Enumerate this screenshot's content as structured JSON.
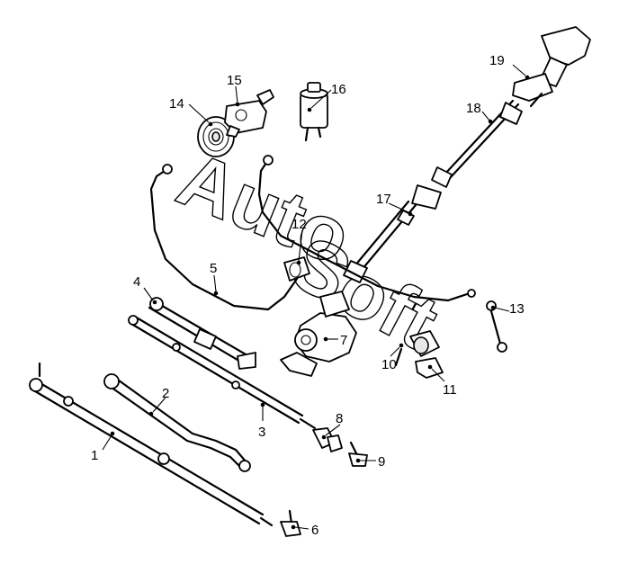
{
  "watermark": {
    "line1": "Auto",
    "line2": "Soft"
  },
  "callouts": [
    "1",
    "2",
    "3",
    "4",
    "5",
    "6",
    "7",
    "8",
    "9",
    "10",
    "11",
    "12",
    "13",
    "14",
    "15",
    "16",
    "17",
    "18",
    "19"
  ]
}
